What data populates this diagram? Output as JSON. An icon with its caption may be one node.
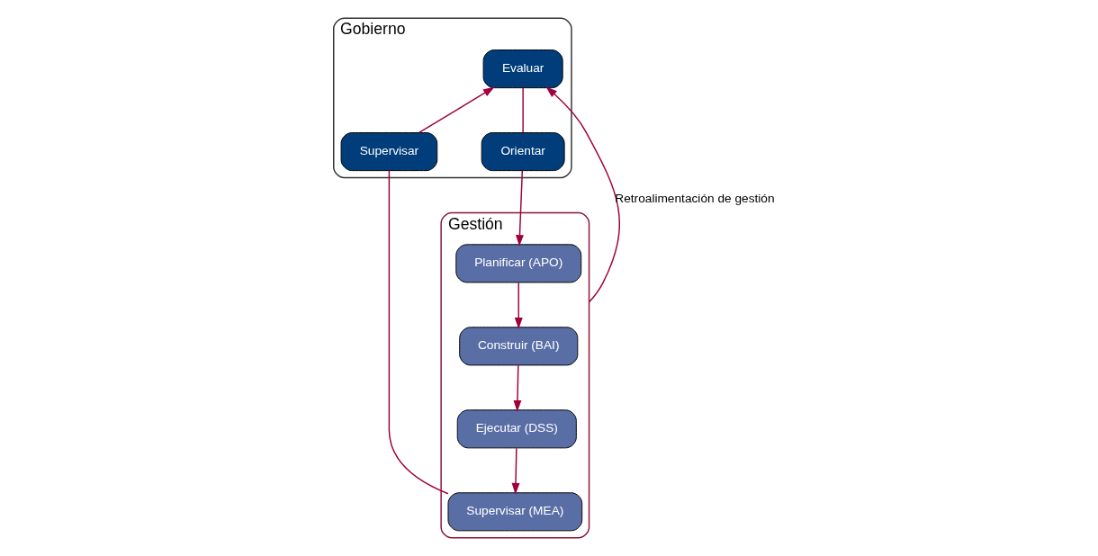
{
  "diagram": {
    "nodes": [
      {
        "text": [
          "Gobierno"
        ]
      },
      {
        "text": [
          "Evaluar"
        ],
        "in": 0
      },
      {
        "text": [
          "Orientar"
        ],
        "in": 0
      },
      {
        "text": [
          "Supervisar"
        ],
        "in": 0
      },
      {
        "text": [
          "Gestión"
        ]
      },
      {
        "text": [
          "Planificar (APO)"
        ],
        "in": 4
      },
      {
        "text": [
          "Construir (BAI)"
        ],
        "in": 4
      },
      {
        "text": [
          "Ejecutar (DSS)"
        ],
        "in": 4
      },
      {
        "text": [
          "Supervisar (MEA)"
        ],
        "in": 4
      }
    ],
    "edges": [
      {
        "from": 1,
        "to": 2,
        "arrow": "none"
      },
      {
        "from": 2,
        "to": 5,
        "arrow": "to"
      },
      {
        "from": 5,
        "to": 6,
        "arrow": "to"
      },
      {
        "from": 6,
        "to": 7,
        "arrow": "to"
      },
      {
        "from": 7,
        "to": 8,
        "arrow": "to"
      },
      {
        "from": 8,
        "to": 3,
        "arrow": "none"
      },
      {
        "from": 3,
        "to": 1,
        "arrow": "to"
      },
      {
        "from": 4,
        "to": 1,
        "arrow": "to",
        "label": "Retroalimentación de gestión"
      }
    ]
  }
}
